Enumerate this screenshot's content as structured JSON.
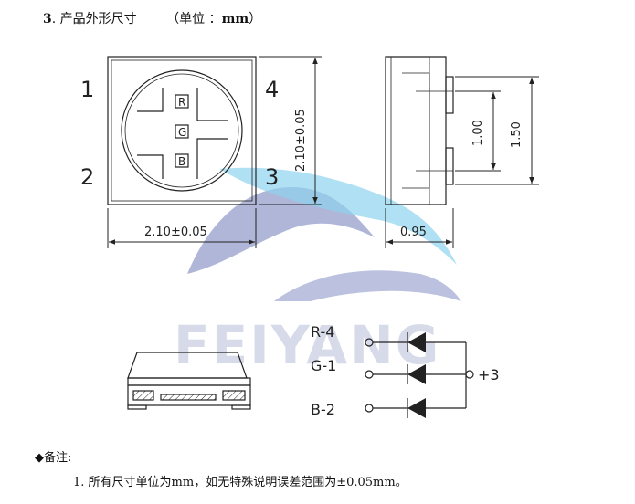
{
  "section": {
    "number": "3",
    "title": "产品外形尺寸",
    "unit_label": "（单位  ：",
    "unit": "mm",
    "unit_close": "）"
  },
  "pins": {
    "p1": "1",
    "p2": "2",
    "p3": "3",
    "p4": "4"
  },
  "chip_labels": {
    "r": "R",
    "g": "G",
    "b": "B"
  },
  "dimensions": {
    "width": "2.10±0.05",
    "height": "2.10±0.05",
    "side_depth": "0.95",
    "pad_inner": "1.00",
    "pad_outer": "1.50"
  },
  "circuit": {
    "r_label": "R-4",
    "g_label": "G-1",
    "b_label": "B-2",
    "common": "+3"
  },
  "watermark": {
    "text": "FEIYANG"
  },
  "notes": {
    "title": "◆备注:",
    "items": [
      "1. 所有尺寸单位为mm，如无特殊说明误差范围为±0.05mm。"
    ]
  },
  "colors": {
    "line": "#222222",
    "watermark_blue": "#8e97c8",
    "watermark_cyan": "#8fd3ee"
  }
}
